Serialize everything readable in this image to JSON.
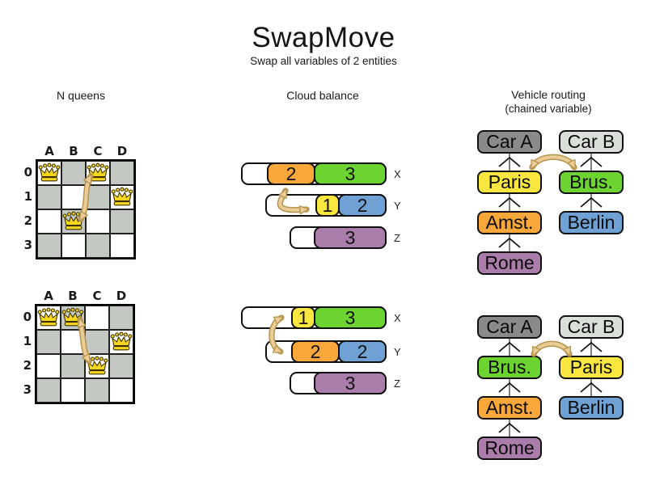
{
  "title": "SwapMove",
  "subtitle": "Swap all variables of 2 entities",
  "colors": {
    "orange": "#F8A73B",
    "green": "#6CD331",
    "yellow": "#F9E73F",
    "blue": "#6FA1D5",
    "purple": "#AA7CAA",
    "car_a_gray": "#8A8A8A",
    "car_b_gray": "#DBDFD9",
    "board_gray": "#C4C8C3",
    "swap_arrow_fill": "#EACD96",
    "swap_arrow_outline": "#B6934E",
    "queen_gold": "#F7D71E"
  },
  "nqueens": {
    "label": "N queens",
    "columns": [
      "A",
      "B",
      "C",
      "D"
    ],
    "rows": [
      "0",
      "1",
      "2",
      "3"
    ],
    "before": {
      "queens": [
        {
          "col": "A",
          "row": 0
        },
        {
          "col": "C",
          "row": 0
        },
        {
          "col": "D",
          "row": 1
        },
        {
          "col": "B",
          "row": 2
        }
      ],
      "swapped_squares": [
        "C0",
        "B2"
      ]
    },
    "after": {
      "queens": [
        {
          "col": "A",
          "row": 0
        },
        {
          "col": "B",
          "row": 0
        },
        {
          "col": "D",
          "row": 1
        },
        {
          "col": "C",
          "row": 2
        }
      ],
      "swapped_squares": [
        "B0",
        "C2"
      ]
    }
  },
  "cloud": {
    "label": "Cloud balance",
    "before": [
      {
        "label": "X",
        "capacity": 6,
        "segments": [
          {
            "value": 2,
            "color": "orange"
          },
          {
            "value": 3,
            "color": "green"
          }
        ]
      },
      {
        "label": "Y",
        "capacity": 5,
        "segments": [
          {
            "value": 1,
            "color": "yellow"
          },
          {
            "value": 2,
            "color": "blue"
          }
        ]
      },
      {
        "label": "Z",
        "capacity": 4,
        "segments": [
          {
            "value": 3,
            "color": "purple"
          }
        ]
      }
    ],
    "after": [
      {
        "label": "X",
        "capacity": 6,
        "segments": [
          {
            "value": 1,
            "color": "yellow"
          },
          {
            "value": 3,
            "color": "green"
          }
        ]
      },
      {
        "label": "Y",
        "capacity": 5,
        "segments": [
          {
            "value": 2,
            "color": "orange"
          },
          {
            "value": 2,
            "color": "blue"
          }
        ]
      },
      {
        "label": "Z",
        "capacity": 4,
        "segments": [
          {
            "value": 3,
            "color": "purple"
          }
        ]
      }
    ]
  },
  "vrp": {
    "label": "Vehicle routing",
    "sublabel": "(chained variable)",
    "before": {
      "chain_a": [
        {
          "label": "Car A",
          "color": "car_a_gray"
        },
        {
          "label": "Paris",
          "color": "yellow"
        },
        {
          "label": "Amst.",
          "color": "orange"
        },
        {
          "label": "Rome",
          "color": "purple"
        }
      ],
      "chain_b": [
        {
          "label": "Car B",
          "color": "car_b_gray"
        },
        {
          "label": "Brus.",
          "color": "green"
        },
        {
          "label": "Berlin",
          "color": "blue"
        }
      ],
      "swapped_cities": [
        "Paris",
        "Brus."
      ]
    },
    "after": {
      "chain_a": [
        {
          "label": "Car A",
          "color": "car_a_gray"
        },
        {
          "label": "Brus.",
          "color": "green"
        },
        {
          "label": "Amst.",
          "color": "orange"
        },
        {
          "label": "Rome",
          "color": "purple"
        }
      ],
      "chain_b": [
        {
          "label": "Car B",
          "color": "car_b_gray"
        },
        {
          "label": "Paris",
          "color": "yellow"
        },
        {
          "label": "Berlin",
          "color": "blue"
        }
      ],
      "swapped_cities": [
        "Brus.",
        "Paris"
      ]
    }
  }
}
